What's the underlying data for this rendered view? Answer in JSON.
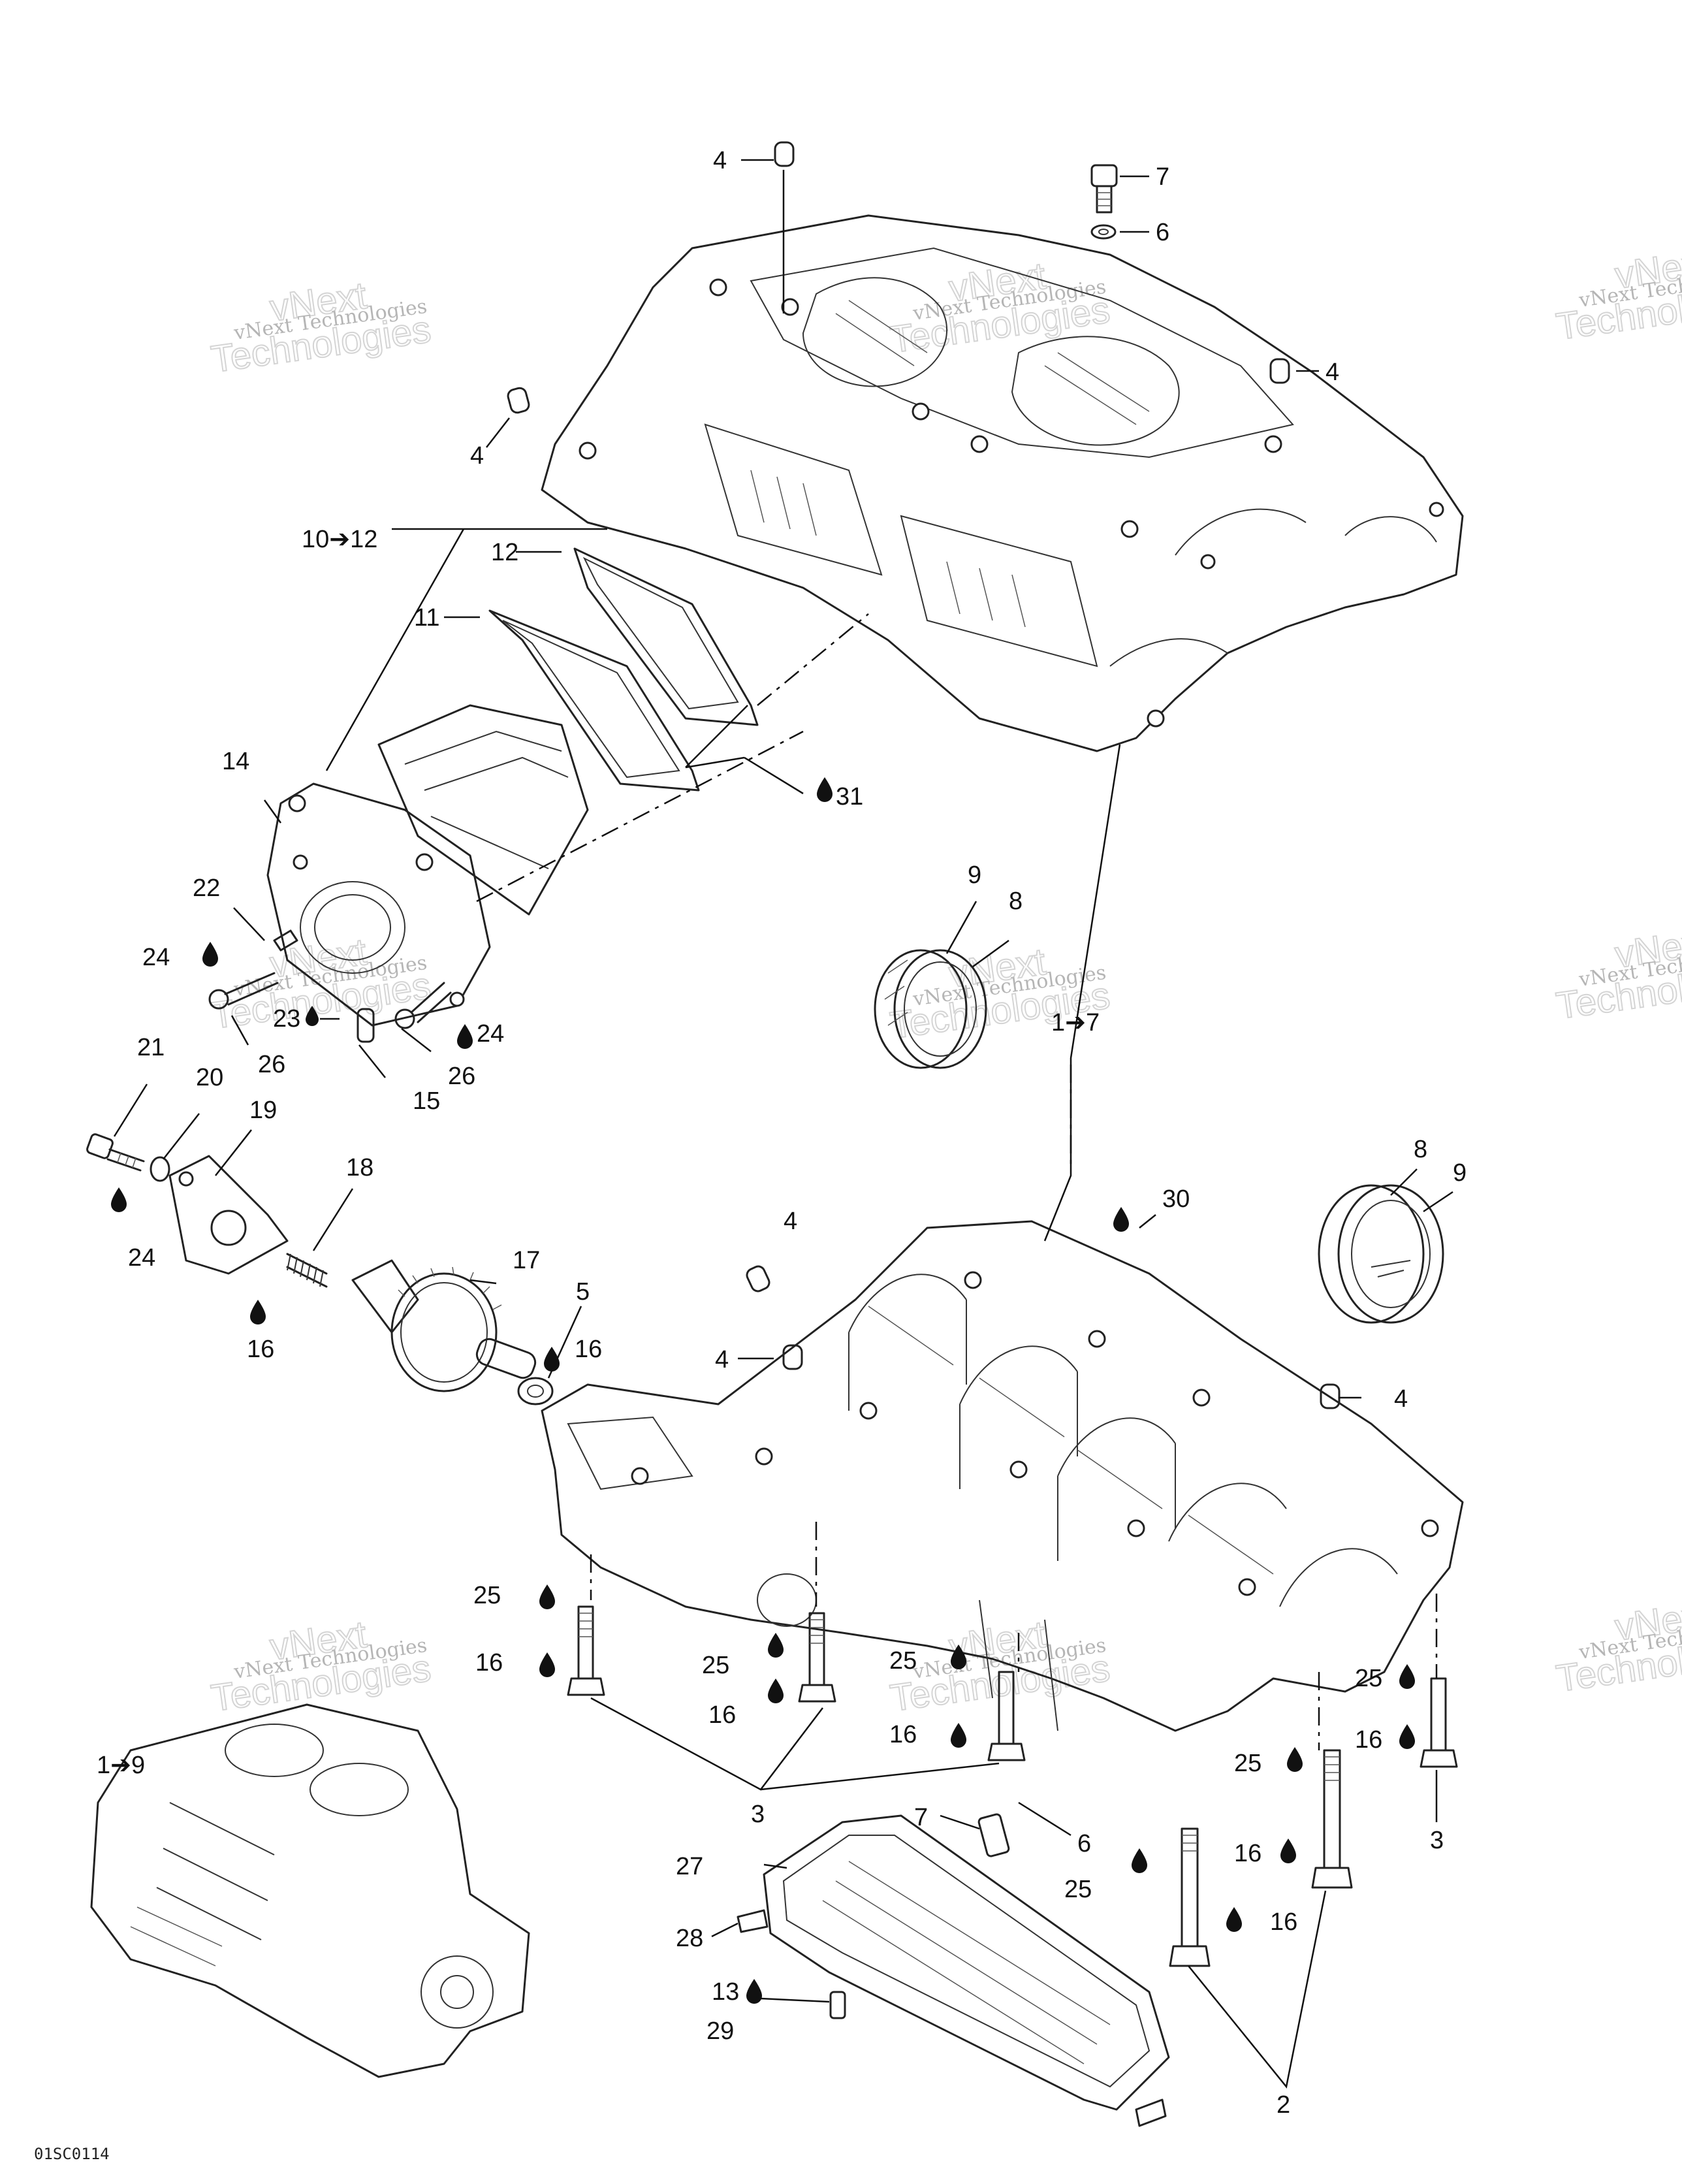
{
  "diagram_code": "01SC0114",
  "watermark": {
    "line1": "vNext Technologies",
    "line2": "Technologies",
    "line3": "vNext"
  },
  "callouts": {
    "c4_top": "4",
    "c7_top": "7",
    "c6_top": "6",
    "c4_right": "4",
    "c4_left": "4",
    "c10_12": "10➔12",
    "c12": "12",
    "c11": "11",
    "c31": "31",
    "c14": "14",
    "c22": "22",
    "c24_a": "24",
    "c24_b": "24",
    "c23": "23",
    "c26_a": "26",
    "c26_b": "26",
    "c15": "15",
    "c21": "21",
    "c20": "20",
    "c19": "19",
    "c18": "18",
    "c24_c": "24",
    "c16_a": "16",
    "c17": "17",
    "c5": "5",
    "c16_b": "16",
    "c9_a": "9",
    "c8_a": "8",
    "c1_7": "1➔7",
    "c8_b": "8",
    "c9_b": "9",
    "c30": "30",
    "c4_mid": "4",
    "c4_mid2": "4",
    "c4_mid3": "4",
    "c25_a": "25",
    "c16_c": "16",
    "c25_b": "25",
    "c16_d": "16",
    "c25_c": "25",
    "c16_e": "16",
    "c3_a": "3",
    "c25_d": "25",
    "c16_f": "16",
    "c3_b": "3",
    "c25_e": "25",
    "c16_g": "16",
    "c7_bot": "7",
    "c6_bot": "6",
    "c25_f": "25",
    "c16_h": "16",
    "c27": "27",
    "c28": "28",
    "c13": "13",
    "c29": "29",
    "c2": "2",
    "c1_9": "1➔9"
  }
}
